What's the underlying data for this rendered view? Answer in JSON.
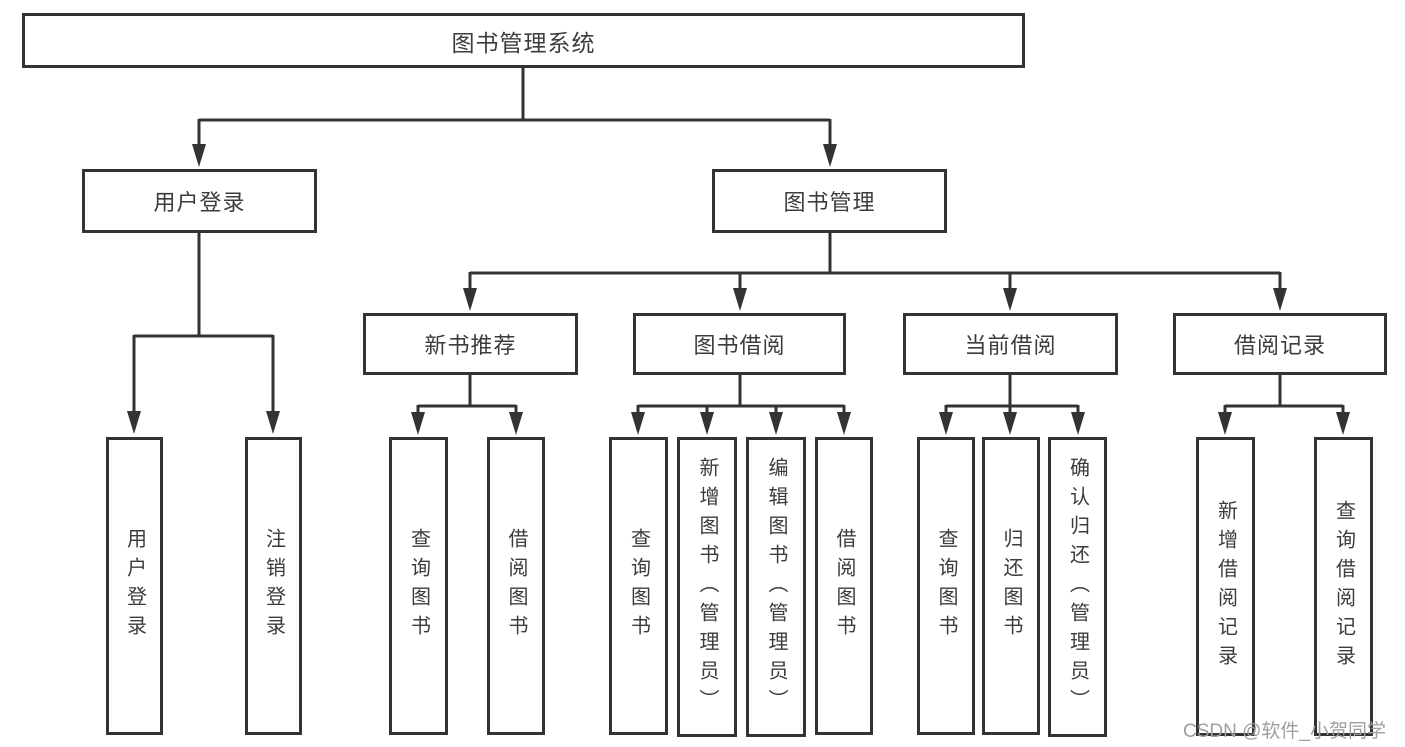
{
  "diagram": {
    "root": {
      "label": "图书管理系统"
    },
    "level2": {
      "user_login": {
        "label": "用户登录"
      },
      "book_management": {
        "label": "图书管理"
      }
    },
    "level3": {
      "new_book_recommend": {
        "label": "新书推荐"
      },
      "book_borrowing": {
        "label": "图书借阅"
      },
      "current_borrowing": {
        "label": "当前借阅"
      },
      "borrowing_records": {
        "label": "借阅记录"
      }
    },
    "leaves": {
      "user_login": {
        "label": "用户登录"
      },
      "logout": {
        "label": "注销登录"
      },
      "rec_query_book": {
        "label": "查询图书"
      },
      "rec_borrow_book": {
        "label": "借阅图书"
      },
      "bb_query_book": {
        "label": "查询图书"
      },
      "bb_add_book": {
        "label": "新增图书（管理员）"
      },
      "bb_edit_book": {
        "label": "编辑图书（管理员）"
      },
      "bb_borrow_book": {
        "label": "借阅图书"
      },
      "cb_query_book": {
        "label": "查询图书"
      },
      "cb_return_book": {
        "label": "归还图书"
      },
      "cb_confirm_return": {
        "label": "确认归还（管理员）"
      },
      "br_add_record": {
        "label": "新增借阅记录"
      },
      "br_query_record": {
        "label": "查询借阅记录"
      }
    }
  },
  "watermark": {
    "text": "CSDN @软件_小贺同学"
  },
  "colors": {
    "line": "#333333",
    "text": "#3c3c3c",
    "watermark": "#9e9e9e",
    "background": "#ffffff"
  }
}
